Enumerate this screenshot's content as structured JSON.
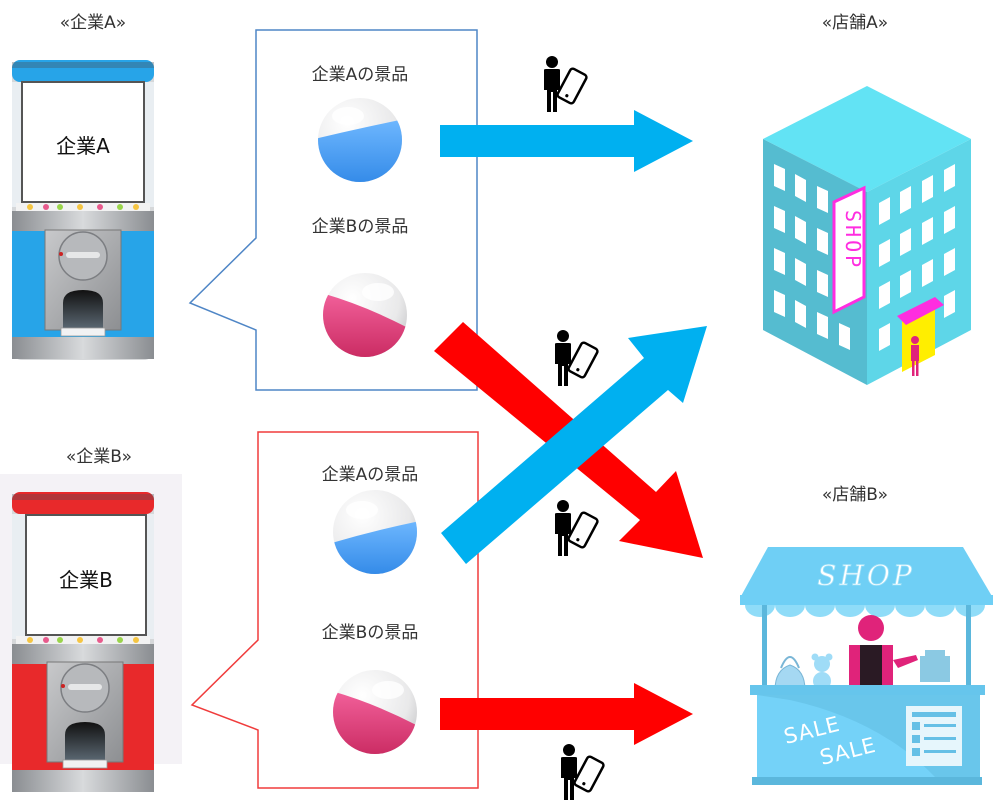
{
  "companies": [
    {
      "id": "A",
      "title": "«企業A»",
      "machine_label": "企業A",
      "color": "#27a4e8",
      "bubble_border": "#4f86c6",
      "prizes": [
        {
          "label": "企業Aの景品",
          "capsule_color": "#4aa3f5"
        },
        {
          "label": "企業Bの景品",
          "capsule_color": "#e8407f"
        }
      ]
    },
    {
      "id": "B",
      "title": "«企業B»",
      "machine_label": "企業B",
      "color": "#e8292b",
      "bubble_border": "#f03c3c",
      "prizes": [
        {
          "label": "企業Aの景品",
          "capsule_color": "#4aa3f5"
        },
        {
          "label": "企業Bの景品",
          "capsule_color": "#e8407f"
        }
      ]
    }
  ],
  "stores": [
    {
      "id": "A",
      "title": "«店舗A»",
      "type": "building",
      "sign_text": "SHOP"
    },
    {
      "id": "B",
      "title": "«店舗B»",
      "type": "stall",
      "awning_text": "SHOP",
      "counter_text": [
        "SALE",
        "SALE"
      ]
    }
  ],
  "flows": [
    {
      "from": "企業Aの景品 (企業A)",
      "to": "店舗A",
      "color": "#00b0f0",
      "direction": "right"
    },
    {
      "from": "企業Bの景品 (企業A)",
      "to": "店舗B",
      "color": "#ff0000",
      "direction": "down-right"
    },
    {
      "from": "企業Aの景品 (企業B)",
      "to": "店舗A",
      "color": "#00b0f0",
      "direction": "up-right"
    },
    {
      "from": "企業Bの景品 (企業B)",
      "to": "店舗B",
      "color": "#ff0000",
      "direction": "right"
    }
  ],
  "icons": {
    "person_with_phone": "person-with-smartphone-icon"
  }
}
